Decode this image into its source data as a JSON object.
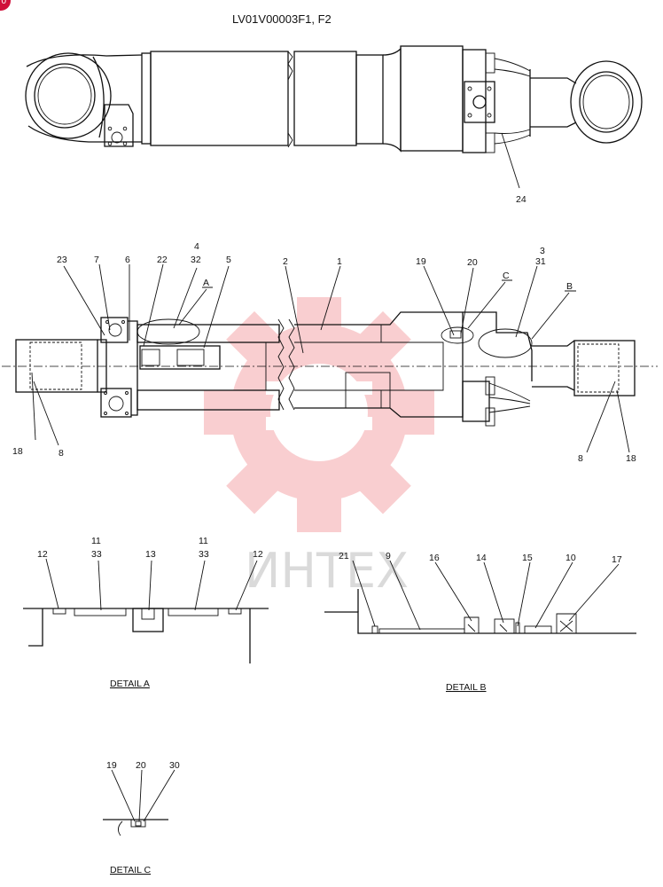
{
  "title": "LV01V00003F1, F2",
  "badge": "0",
  "watermark": {
    "text": "ИНТЕХ",
    "color": "#e8272c"
  },
  "callouts": {
    "top_view": [
      "24"
    ],
    "section": [
      "23",
      "7",
      "6",
      "22",
      "4",
      "32",
      "5",
      "2",
      "1",
      "19",
      "20",
      "3",
      "31",
      "18",
      "8",
      "8",
      "18"
    ],
    "section_letters": [
      "A",
      "C",
      "B"
    ],
    "detail_a": [
      "12",
      "11",
      "33",
      "13",
      "11",
      "33",
      "12"
    ],
    "detail_b": [
      "21",
      "9",
      "16",
      "14",
      "15",
      "10",
      "17"
    ],
    "detail_c": [
      "19",
      "20",
      "30"
    ]
  },
  "details": {
    "a": "DETAIL  A",
    "b": "DETAIL  B",
    "c": "DETAIL  C"
  }
}
